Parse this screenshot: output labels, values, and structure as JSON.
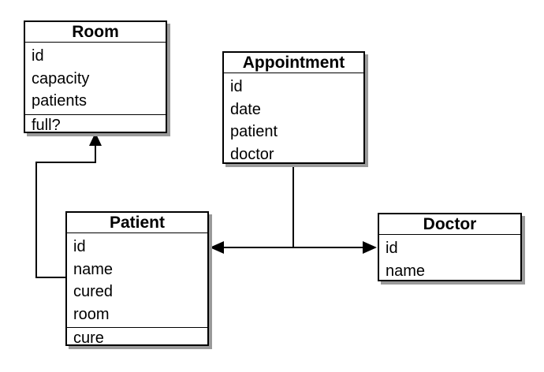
{
  "classes": {
    "room": {
      "name": "Room",
      "attributes": [
        "id",
        "capacity",
        "patients"
      ],
      "operations": [
        "full?"
      ]
    },
    "appointment": {
      "name": "Appointment",
      "attributes": [
        "id",
        "date",
        "patient",
        "doctor"
      ],
      "operations": []
    },
    "patient": {
      "name": "Patient",
      "attributes": [
        "id",
        "name",
        "cured",
        "room"
      ],
      "operations": [
        "cure"
      ]
    },
    "doctor": {
      "name": "Doctor",
      "attributes": [
        "id",
        "name"
      ],
      "operations": []
    }
  },
  "relations": [
    {
      "from": "Patient",
      "to": "Room",
      "arrow": "filled"
    },
    {
      "from": "Appointment",
      "to": "Patient",
      "arrow": "filled"
    },
    {
      "from": "Appointment",
      "to": "Doctor",
      "arrow": "filled"
    }
  ]
}
